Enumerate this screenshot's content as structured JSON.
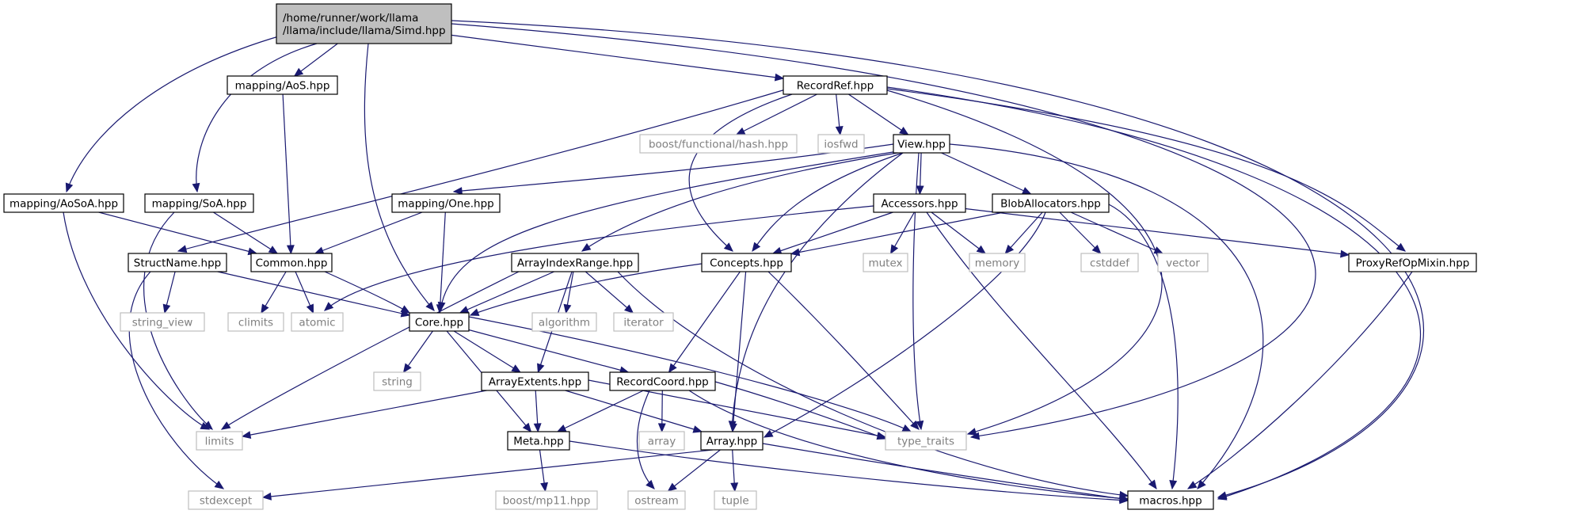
{
  "diagram": {
    "colors": {
      "edge": "#191970",
      "root_fill": "#bfbfbf",
      "node_border": "#000000",
      "node_fill": "#ffffff",
      "external_border": "#bfbfbf",
      "external_text": "#7f7f7f",
      "text": "#000000"
    },
    "nodes": [
      {
        "id": "simd",
        "kind": "root",
        "label_lines": [
          "/home/runner/work/llama",
          "/llama/include/llama/Simd.hpp"
        ]
      },
      {
        "id": "aos",
        "kind": "header",
        "label_lines": [
          "mapping/AoS.hpp"
        ]
      },
      {
        "id": "recordref",
        "kind": "header",
        "label_lines": [
          "RecordRef.hpp"
        ]
      },
      {
        "id": "boosthash",
        "kind": "external",
        "label_lines": [
          "boost/functional/hash.hpp"
        ]
      },
      {
        "id": "iosfwd",
        "kind": "external",
        "label_lines": [
          "iosfwd"
        ]
      },
      {
        "id": "view",
        "kind": "header",
        "label_lines": [
          "View.hpp"
        ]
      },
      {
        "id": "aosoa",
        "kind": "header",
        "label_lines": [
          "mapping/AoSoA.hpp"
        ]
      },
      {
        "id": "soa",
        "kind": "header",
        "label_lines": [
          "mapping/SoA.hpp"
        ]
      },
      {
        "id": "one",
        "kind": "header",
        "label_lines": [
          "mapping/One.hpp"
        ]
      },
      {
        "id": "accessors",
        "kind": "header",
        "label_lines": [
          "Accessors.hpp"
        ]
      },
      {
        "id": "blob",
        "kind": "header",
        "label_lines": [
          "BlobAllocators.hpp"
        ]
      },
      {
        "id": "structname",
        "kind": "header",
        "label_lines": [
          "StructName.hpp"
        ]
      },
      {
        "id": "common",
        "kind": "header",
        "label_lines": [
          "Common.hpp"
        ]
      },
      {
        "id": "air",
        "kind": "header",
        "label_lines": [
          "ArrayIndexRange.hpp"
        ]
      },
      {
        "id": "concepts",
        "kind": "header",
        "label_lines": [
          "Concepts.hpp"
        ]
      },
      {
        "id": "mutex",
        "kind": "external",
        "label_lines": [
          "mutex"
        ]
      },
      {
        "id": "memory",
        "kind": "external",
        "label_lines": [
          "memory"
        ]
      },
      {
        "id": "cstddef",
        "kind": "external",
        "label_lines": [
          "cstddef"
        ]
      },
      {
        "id": "vector",
        "kind": "external",
        "label_lines": [
          "vector"
        ]
      },
      {
        "id": "proxy",
        "kind": "header",
        "label_lines": [
          "ProxyRefOpMixin.hpp"
        ]
      },
      {
        "id": "string_view",
        "kind": "external",
        "label_lines": [
          "string_view"
        ]
      },
      {
        "id": "climits",
        "kind": "external",
        "label_lines": [
          "climits"
        ]
      },
      {
        "id": "atomic",
        "kind": "external",
        "label_lines": [
          "atomic"
        ]
      },
      {
        "id": "core",
        "kind": "header",
        "label_lines": [
          "Core.hpp"
        ]
      },
      {
        "id": "algorithm",
        "kind": "external",
        "label_lines": [
          "algorithm"
        ]
      },
      {
        "id": "iterator",
        "kind": "external",
        "label_lines": [
          "iterator"
        ]
      },
      {
        "id": "string",
        "kind": "external",
        "label_lines": [
          "string"
        ]
      },
      {
        "id": "arrayextents",
        "kind": "header",
        "label_lines": [
          "ArrayExtents.hpp"
        ]
      },
      {
        "id": "recordcoord",
        "kind": "header",
        "label_lines": [
          "RecordCoord.hpp"
        ]
      },
      {
        "id": "limits",
        "kind": "external",
        "label_lines": [
          "limits"
        ]
      },
      {
        "id": "meta",
        "kind": "header",
        "label_lines": [
          "Meta.hpp"
        ]
      },
      {
        "id": "array_ext",
        "kind": "external",
        "label_lines": [
          "array"
        ]
      },
      {
        "id": "arrayhpp",
        "kind": "header",
        "label_lines": [
          "Array.hpp"
        ]
      },
      {
        "id": "type_traits",
        "kind": "external",
        "label_lines": [
          "type_traits"
        ]
      },
      {
        "id": "stdexcept",
        "kind": "external",
        "label_lines": [
          "stdexcept"
        ]
      },
      {
        "id": "mp11",
        "kind": "external",
        "label_lines": [
          "boost/mp11.hpp"
        ]
      },
      {
        "id": "ostream",
        "kind": "external",
        "label_lines": [
          "ostream"
        ]
      },
      {
        "id": "tuple",
        "kind": "external",
        "label_lines": [
          "tuple"
        ]
      },
      {
        "id": "macros",
        "kind": "header",
        "label_lines": [
          "macros.hpp"
        ]
      }
    ],
    "edges": [
      [
        "simd",
        "aos"
      ],
      [
        "simd",
        "recordref"
      ],
      [
        "simd",
        "aosoa"
      ],
      [
        "simd",
        "soa"
      ],
      [
        "simd",
        "core"
      ],
      [
        "simd",
        "type_traits"
      ],
      [
        "simd",
        "macros"
      ],
      [
        "aos",
        "common"
      ],
      [
        "recordref",
        "boosthash"
      ],
      [
        "recordref",
        "iosfwd"
      ],
      [
        "recordref",
        "view"
      ],
      [
        "recordref",
        "structname"
      ],
      [
        "recordref",
        "concepts"
      ],
      [
        "recordref",
        "proxy"
      ],
      [
        "recordref",
        "type_traits"
      ],
      [
        "recordref",
        "macros"
      ],
      [
        "view",
        "one"
      ],
      [
        "view",
        "accessors"
      ],
      [
        "view",
        "blob"
      ],
      [
        "view",
        "air"
      ],
      [
        "view",
        "concepts"
      ],
      [
        "view",
        "core"
      ],
      [
        "view",
        "arrayhpp"
      ],
      [
        "view",
        "type_traits"
      ],
      [
        "view",
        "macros"
      ],
      [
        "aosoa",
        "common"
      ],
      [
        "aosoa",
        "limits"
      ],
      [
        "soa",
        "common"
      ],
      [
        "soa",
        "limits"
      ],
      [
        "one",
        "common"
      ],
      [
        "one",
        "core"
      ],
      [
        "accessors",
        "concepts"
      ],
      [
        "accessors",
        "mutex"
      ],
      [
        "accessors",
        "memory"
      ],
      [
        "accessors",
        "atomic"
      ],
      [
        "accessors",
        "proxy"
      ],
      [
        "accessors",
        "macros"
      ],
      [
        "blob",
        "concepts"
      ],
      [
        "blob",
        "memory"
      ],
      [
        "blob",
        "cstddef"
      ],
      [
        "blob",
        "vector"
      ],
      [
        "blob",
        "arrayhpp"
      ],
      [
        "blob",
        "macros"
      ],
      [
        "structname",
        "string_view"
      ],
      [
        "structname",
        "core"
      ],
      [
        "structname",
        "stdexcept"
      ],
      [
        "common",
        "climits"
      ],
      [
        "common",
        "atomic"
      ],
      [
        "common",
        "core"
      ],
      [
        "air",
        "core"
      ],
      [
        "air",
        "algorithm"
      ],
      [
        "air",
        "iterator"
      ],
      [
        "air",
        "arrayextents"
      ],
      [
        "air",
        "limits"
      ],
      [
        "air",
        "macros"
      ],
      [
        "concepts",
        "core"
      ],
      [
        "concepts",
        "recordcoord"
      ],
      [
        "concepts",
        "arrayhpp"
      ],
      [
        "concepts",
        "type_traits"
      ],
      [
        "proxy",
        "macros"
      ],
      [
        "core",
        "string"
      ],
      [
        "core",
        "arrayextents"
      ],
      [
        "core",
        "recordcoord"
      ],
      [
        "core",
        "meta"
      ],
      [
        "core",
        "type_traits"
      ],
      [
        "arrayextents",
        "limits"
      ],
      [
        "arrayextents",
        "meta"
      ],
      [
        "arrayextents",
        "arrayhpp"
      ],
      [
        "arrayextents",
        "type_traits"
      ],
      [
        "recordcoord",
        "meta"
      ],
      [
        "recordcoord",
        "array_ext"
      ],
      [
        "recordcoord",
        "ostream"
      ],
      [
        "recordcoord",
        "type_traits"
      ],
      [
        "recordcoord",
        "macros"
      ],
      [
        "meta",
        "mp11"
      ],
      [
        "meta",
        "macros"
      ],
      [
        "arrayhpp",
        "stdexcept"
      ],
      [
        "arrayhpp",
        "ostream"
      ],
      [
        "arrayhpp",
        "tuple"
      ],
      [
        "arrayhpp",
        "macros"
      ]
    ]
  }
}
